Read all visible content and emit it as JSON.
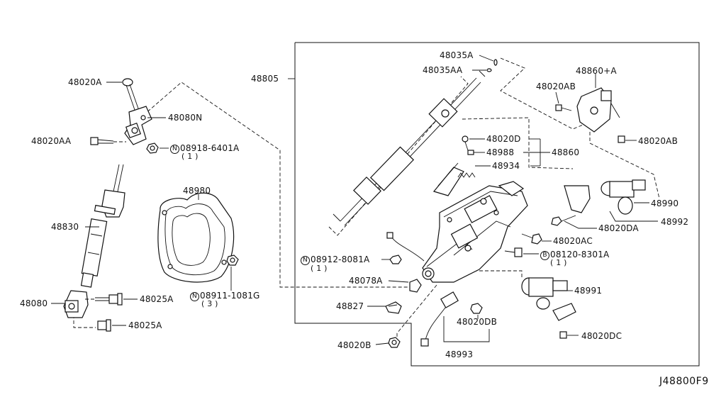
{
  "diagram_ref": "J48800F9",
  "labels": {
    "p48020A": "48020A",
    "p48080N": "48080N",
    "p48020AA": "48020AA",
    "p08918": "08918-6401A",
    "p08918_qty": "( 1 )",
    "p48830": "48830",
    "p48980": "48980",
    "p48025A_1": "48025A",
    "p48025A_2": "48025A",
    "p48080": "48080",
    "p08911": "08911-1081G",
    "p08911_qty": "( 3 )",
    "p48805": "48805",
    "p48035A": "48035A",
    "p48035AA": "48035AA",
    "p48020AB_1": "48020AB",
    "p48860A": "48860+A",
    "p48020D": "48020D",
    "p48988": "48988",
    "p48860": "48860",
    "p48934": "48934",
    "p48020AB_2": "48020AB",
    "p48990": "48990",
    "p48020DA": "48020DA",
    "p48992": "48992",
    "p48020AC": "48020AC",
    "p08912": "08912-8081A",
    "p08912_qty": "( 1 )",
    "p08120": "08120-8301A",
    "p08120_qty": "( 1 )",
    "p48078A": "48078A",
    "p48991": "48991",
    "p48827": "48827",
    "p48020DB": "48020DB",
    "p48020DC": "48020DC",
    "p48020B": "48020B",
    "p48993": "48993"
  },
  "badges": {
    "nut": "N",
    "bolt": "B"
  }
}
